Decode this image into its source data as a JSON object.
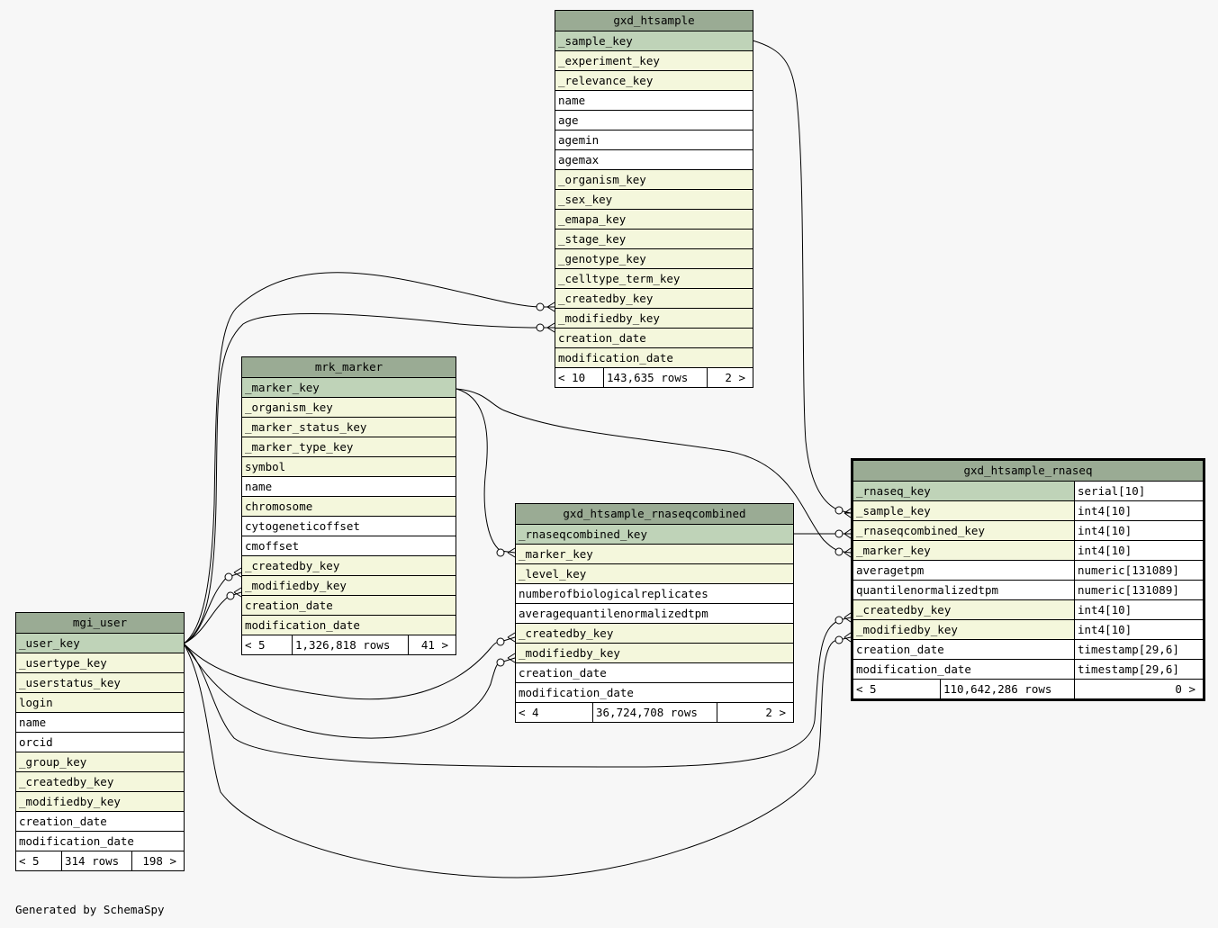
{
  "footer": {
    "generated_by": "Generated by SchemaSpy"
  },
  "tables": {
    "gxd_htsample": {
      "name": "gxd_htsample",
      "columns": [
        {
          "name": "_sample_key",
          "kind": "pk"
        },
        {
          "name": "_experiment_key",
          "kind": "fk"
        },
        {
          "name": "_relevance_key",
          "kind": "fk"
        },
        {
          "name": "name",
          "kind": "plain"
        },
        {
          "name": "age",
          "kind": "plain"
        },
        {
          "name": "agemin",
          "kind": "plain"
        },
        {
          "name": "agemax",
          "kind": "plain"
        },
        {
          "name": "_organism_key",
          "kind": "fk"
        },
        {
          "name": "_sex_key",
          "kind": "fk"
        },
        {
          "name": "_emapa_key",
          "kind": "fk"
        },
        {
          "name": "_stage_key",
          "kind": "fk"
        },
        {
          "name": "_genotype_key",
          "kind": "fk"
        },
        {
          "name": "_celltype_term_key",
          "kind": "fk"
        },
        {
          "name": "_createdby_key",
          "kind": "fk"
        },
        {
          "name": "_modifiedby_key",
          "kind": "fk"
        },
        {
          "name": "creation_date",
          "kind": "fk"
        },
        {
          "name": "modification_date",
          "kind": "fk"
        }
      ],
      "footer": {
        "parents": "< 10",
        "rows": "143,635 rows",
        "children": "2 >"
      }
    },
    "mrk_marker": {
      "name": "mrk_marker",
      "columns": [
        {
          "name": "_marker_key",
          "kind": "pk"
        },
        {
          "name": "_organism_key",
          "kind": "fk"
        },
        {
          "name": "_marker_status_key",
          "kind": "fk"
        },
        {
          "name": "_marker_type_key",
          "kind": "fk"
        },
        {
          "name": "symbol",
          "kind": "fk"
        },
        {
          "name": "name",
          "kind": "plain"
        },
        {
          "name": "chromosome",
          "kind": "fk"
        },
        {
          "name": "cytogeneticoffset",
          "kind": "plain"
        },
        {
          "name": "cmoffset",
          "kind": "plain"
        },
        {
          "name": "_createdby_key",
          "kind": "fk"
        },
        {
          "name": "_modifiedby_key",
          "kind": "fk"
        },
        {
          "name": "creation_date",
          "kind": "fk"
        },
        {
          "name": "modification_date",
          "kind": "fk"
        }
      ],
      "footer": {
        "parents": "< 5",
        "rows": "1,326,818 rows",
        "children": "41 >"
      }
    },
    "mgi_user": {
      "name": "mgi_user",
      "columns": [
        {
          "name": "_user_key",
          "kind": "pk"
        },
        {
          "name": "_usertype_key",
          "kind": "fk"
        },
        {
          "name": "_userstatus_key",
          "kind": "fk"
        },
        {
          "name": "login",
          "kind": "fk"
        },
        {
          "name": "name",
          "kind": "plain"
        },
        {
          "name": "orcid",
          "kind": "plain"
        },
        {
          "name": "_group_key",
          "kind": "fk"
        },
        {
          "name": "_createdby_key",
          "kind": "fk"
        },
        {
          "name": "_modifiedby_key",
          "kind": "fk"
        },
        {
          "name": "creation_date",
          "kind": "plain"
        },
        {
          "name": "modification_date",
          "kind": "plain"
        }
      ],
      "footer": {
        "parents": "< 5",
        "rows": "314 rows",
        "children": "198 >"
      }
    },
    "gxd_htsample_rnaseqcombined": {
      "name": "gxd_htsample_rnaseqcombined",
      "columns": [
        {
          "name": "_rnaseqcombined_key",
          "kind": "pk"
        },
        {
          "name": "_marker_key",
          "kind": "fk"
        },
        {
          "name": "_level_key",
          "kind": "fk"
        },
        {
          "name": "numberofbiologicalreplicates",
          "kind": "plain"
        },
        {
          "name": "averagequantilenormalizedtpm",
          "kind": "plain"
        },
        {
          "name": "_createdby_key",
          "kind": "fk"
        },
        {
          "name": "_modifiedby_key",
          "kind": "fk"
        },
        {
          "name": "creation_date",
          "kind": "plain"
        },
        {
          "name": "modification_date",
          "kind": "plain"
        }
      ],
      "footer": {
        "parents": "< 4",
        "rows": "36,724,708 rows",
        "children": "2 >"
      }
    },
    "gxd_htsample_rnaseq": {
      "name": "gxd_htsample_rnaseq",
      "columns": [
        {
          "name": "_rnaseq_key",
          "type": "serial[10]",
          "kind": "pk"
        },
        {
          "name": "_sample_key",
          "type": "int4[10]",
          "kind": "fk"
        },
        {
          "name": "_rnaseqcombined_key",
          "type": "int4[10]",
          "kind": "fk"
        },
        {
          "name": "_marker_key",
          "type": "int4[10]",
          "kind": "fk"
        },
        {
          "name": "averagetpm",
          "type": "numeric[131089]",
          "kind": "plain"
        },
        {
          "name": "quantilenormalizedtpm",
          "type": "numeric[131089]",
          "kind": "plain"
        },
        {
          "name": "_createdby_key",
          "type": "int4[10]",
          "kind": "fk"
        },
        {
          "name": "_modifiedby_key",
          "type": "int4[10]",
          "kind": "fk"
        },
        {
          "name": "creation_date",
          "type": "timestamp[29,6]",
          "kind": "plain"
        },
        {
          "name": "modification_date",
          "type": "timestamp[29,6]",
          "kind": "plain"
        }
      ],
      "footer": {
        "parents": "< 5",
        "rows": "110,642,286 rows",
        "children": "0 >"
      }
    }
  }
}
